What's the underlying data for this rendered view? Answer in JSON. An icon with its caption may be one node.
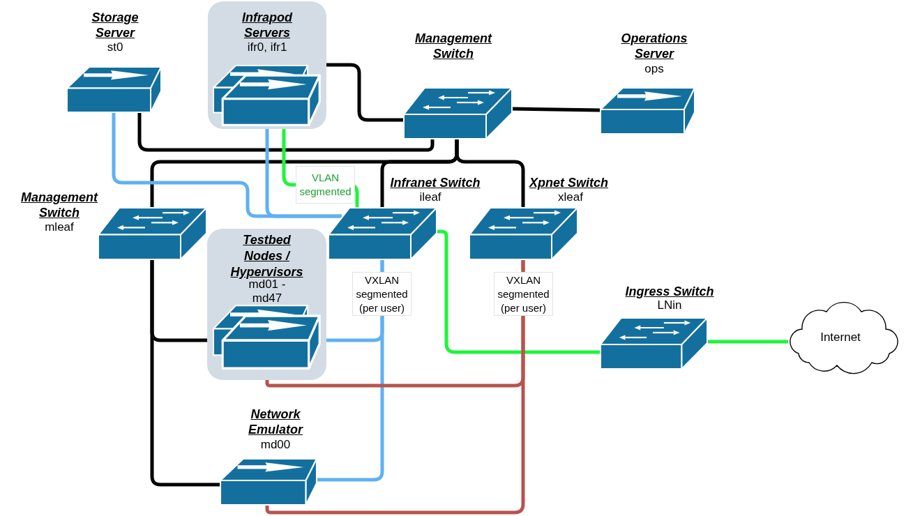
{
  "diagram": {
    "nodes": [
      {
        "text": [
          "Storage Server",
          "st0"
        ]
      },
      {
        "text": [
          "Infrapod Servers",
          "ifr0, ifr1"
        ]
      },
      {
        "text": [
          "Management Switch"
        ]
      },
      {
        "text": [
          "Operations Server",
          "ops"
        ]
      },
      {
        "text": [
          "Management Switch",
          "mleaf"
        ]
      },
      {
        "text": [
          "Infranet Switch",
          "ileaf"
        ]
      },
      {
        "text": [
          "Xpnet Switch",
          "xleaf"
        ]
      },
      {
        "text": [
          "Testbed Nodes / Hypervisors",
          "md01 - md47"
        ]
      },
      {
        "text": [
          "Ingress Switch",
          "LNin"
        ]
      },
      {
        "text": [
          "Internet"
        ]
      },
      {
        "text": [
          "Network Emulator",
          "md00"
        ]
      }
    ],
    "edges": [
      {
        "from": 1,
        "to": 2,
        "arrow": "none"
      },
      {
        "from": 0,
        "to": 2,
        "arrow": "none"
      },
      {
        "from": 2,
        "to": 4,
        "arrow": "none"
      },
      {
        "from": 2,
        "to": 5,
        "arrow": "none"
      },
      {
        "from": 2,
        "to": 6,
        "arrow": "none"
      },
      {
        "from": 2,
        "to": 3,
        "arrow": "none"
      },
      {
        "from": 4,
        "to": 7,
        "arrow": "none"
      },
      {
        "from": 4,
        "to": 10,
        "arrow": "none"
      },
      {
        "from": 0,
        "to": 5,
        "arrow": "none",
        "color": "#5fb1f2"
      },
      {
        "from": 1,
        "to": 5,
        "arrow": "none",
        "color": "#5fb1f2"
      },
      {
        "from": 1,
        "to": 5,
        "arrow": "none",
        "label": "VLAN segmented",
        "color": "#1ef53b"
      },
      {
        "from": 5,
        "to": 7,
        "arrow": "none",
        "label": "VXLAN segmented (per user)",
        "color": "#5fb1f2"
      },
      {
        "from": 5,
        "to": 10,
        "arrow": "none",
        "color": "#5fb1f2"
      },
      {
        "from": 5,
        "to": 8,
        "arrow": "none",
        "color": "#1ef53b"
      },
      {
        "from": 8,
        "to": 9,
        "arrow": "none",
        "color": "#1ef53b"
      },
      {
        "from": 6,
        "to": 7,
        "arrow": "none",
        "label": "VXLAN segmented (per user)",
        "color": "#b8534e"
      },
      {
        "from": 6,
        "to": 10,
        "arrow": "none",
        "color": "#b8534e"
      }
    ]
  }
}
